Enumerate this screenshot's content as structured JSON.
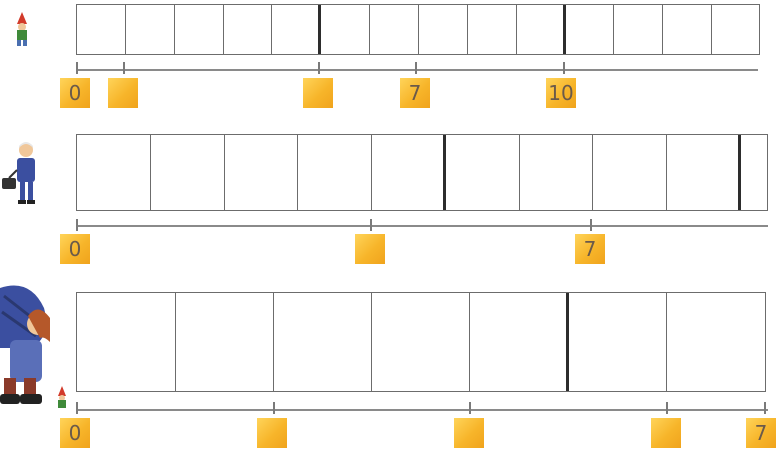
{
  "rows": [
    {
      "labels": {
        "start": "0",
        "mid": "7",
        "end": "10"
      }
    },
    {
      "labels": {
        "start": "0",
        "end": "7"
      }
    },
    {
      "labels": {
        "start": "0",
        "end": "7"
      }
    }
  ],
  "colors": {
    "box_fill": "#f7b52a",
    "line": "#8a8a8a",
    "label_text": "#6b5a4a"
  },
  "icons": {
    "row1": "gnome-figure-icon",
    "row2": "man-with-bag-figure-icon",
    "row3": "giant-with-gnome-figure-icon"
  }
}
